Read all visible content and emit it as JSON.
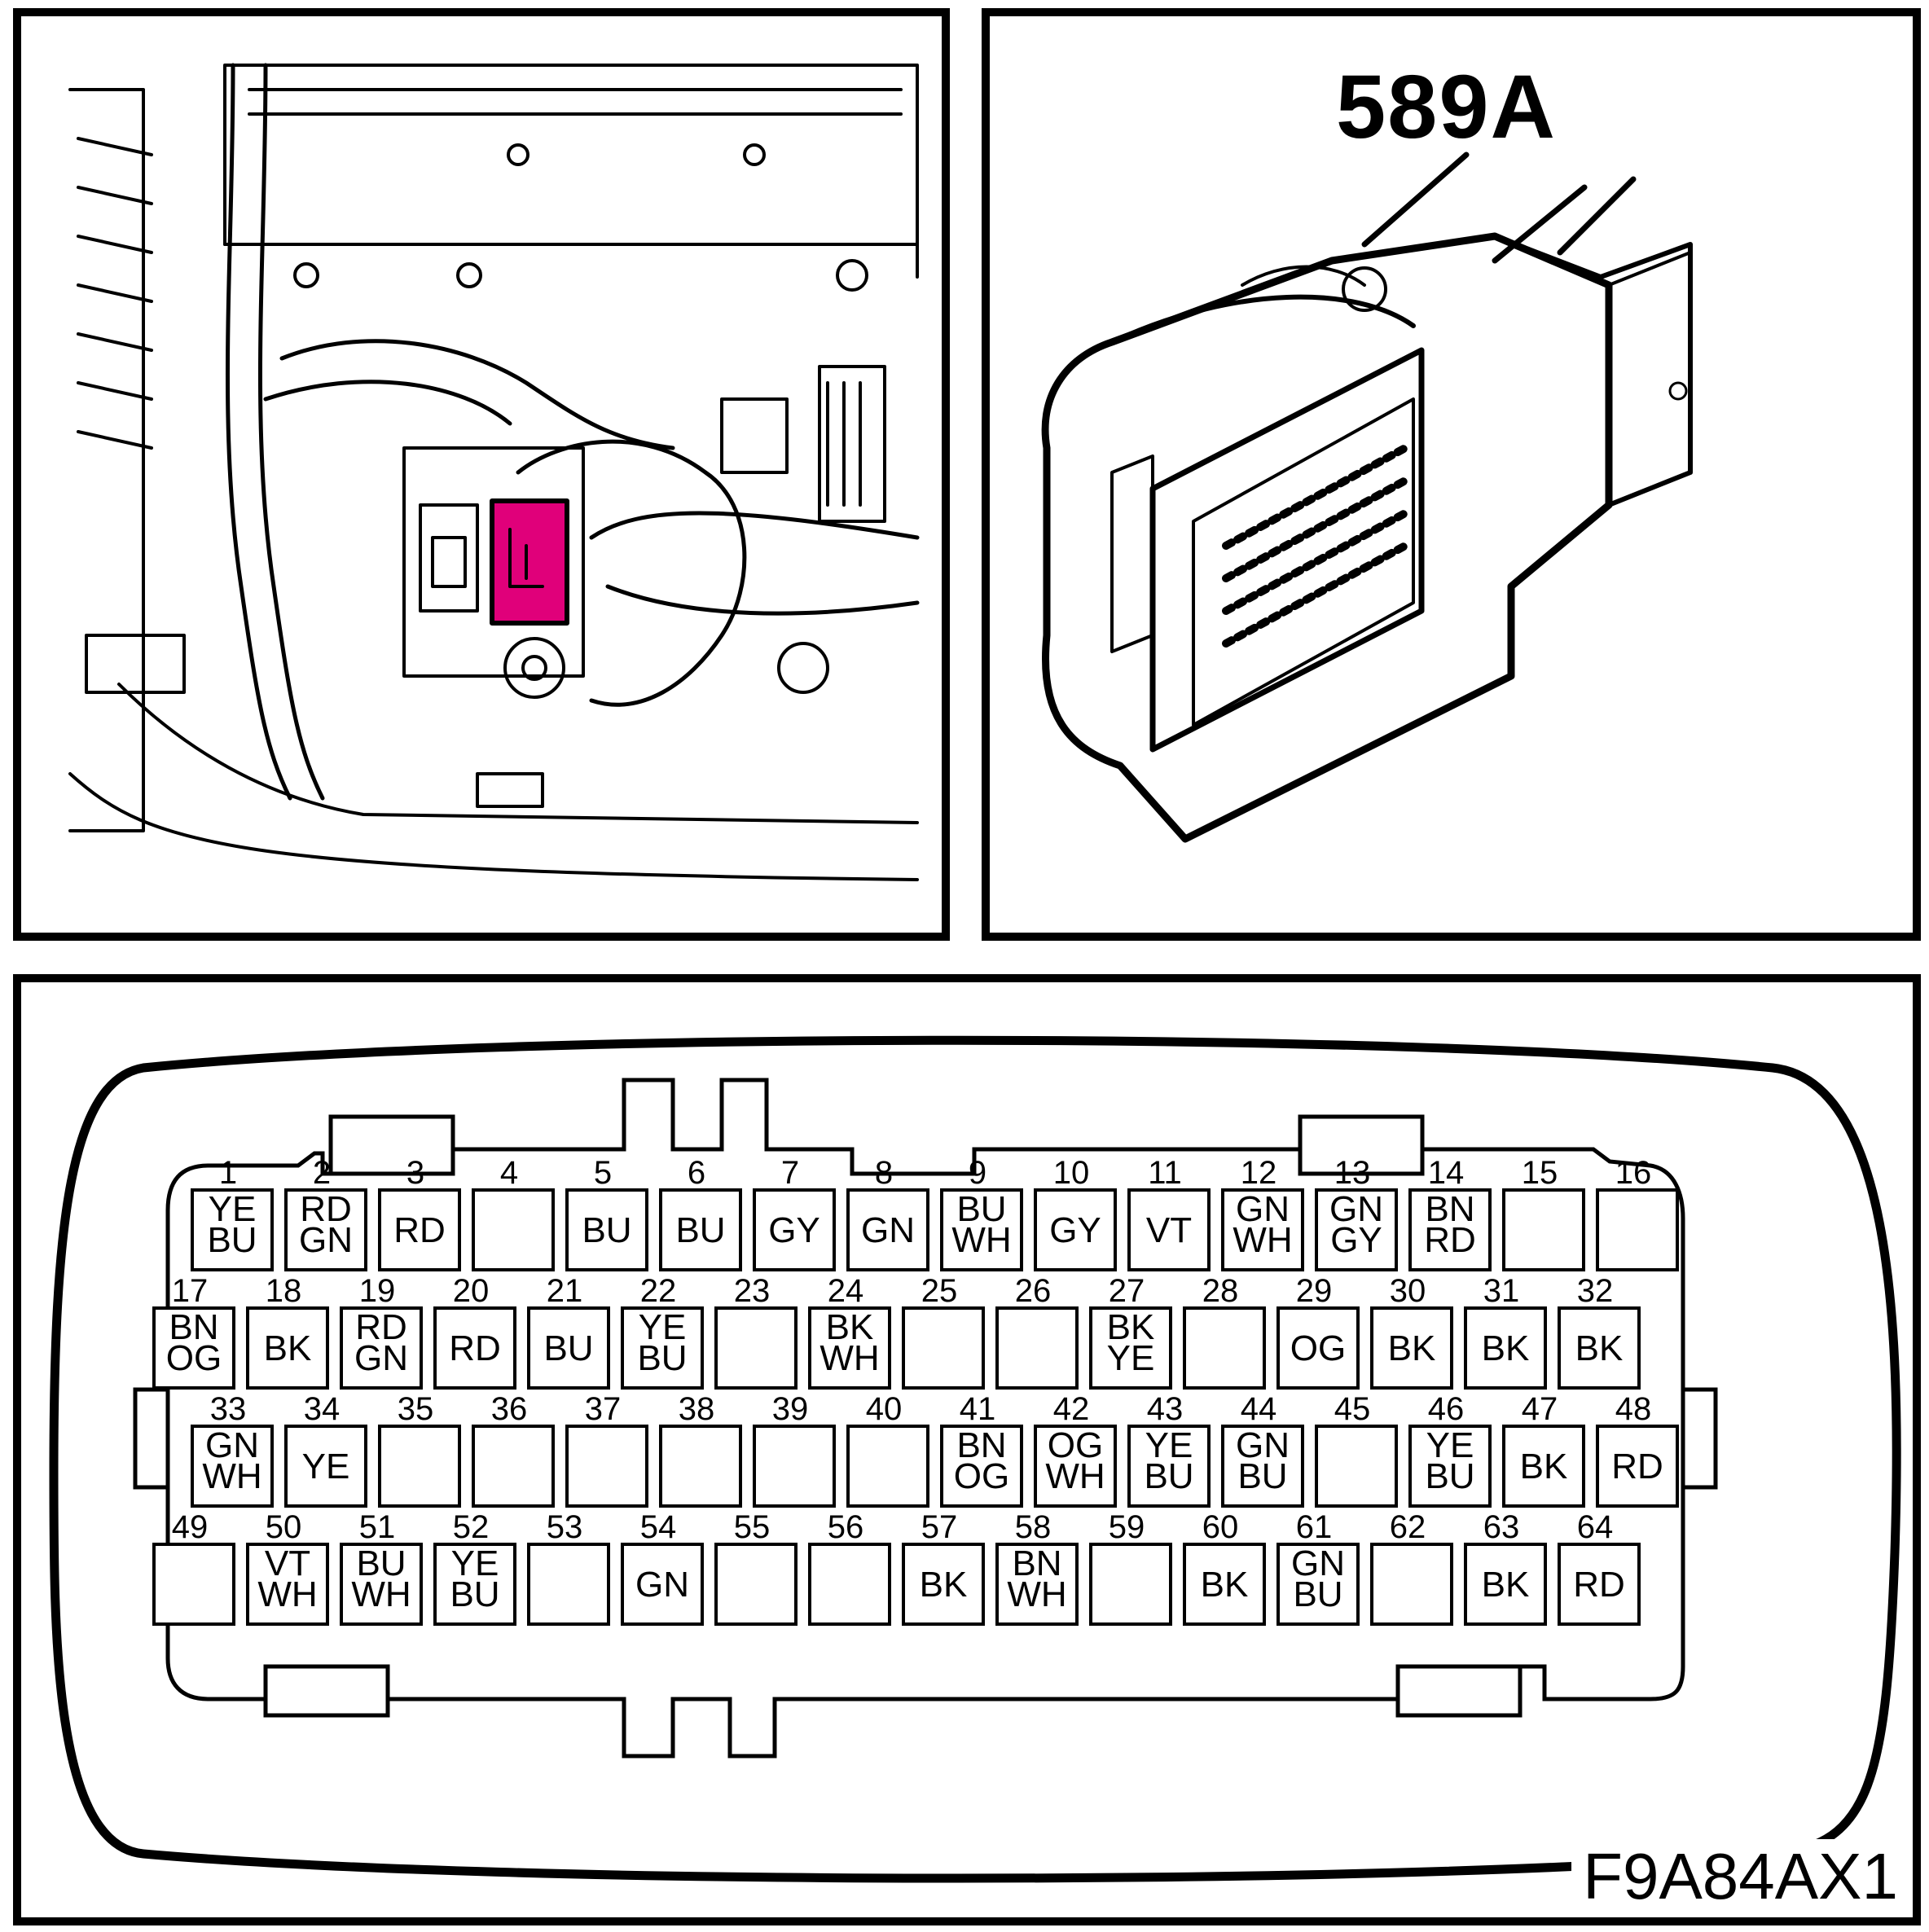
{
  "connector_id": "589A",
  "figure_code": "F9A84AX1",
  "highlight_color": "#e0007a",
  "pins": [
    {
      "n": "1",
      "c": [
        "YE",
        "BU"
      ]
    },
    {
      "n": "2",
      "c": [
        "RD",
        "GN"
      ]
    },
    {
      "n": "3",
      "c": [
        "RD"
      ]
    },
    {
      "n": "4",
      "c": []
    },
    {
      "n": "5",
      "c": [
        "BU"
      ]
    },
    {
      "n": "6",
      "c": [
        "BU"
      ]
    },
    {
      "n": "7",
      "c": [
        "GY"
      ]
    },
    {
      "n": "8",
      "c": [
        "GN"
      ]
    },
    {
      "n": "9",
      "c": [
        "BU",
        "WH"
      ]
    },
    {
      "n": "10",
      "c": [
        "GY"
      ]
    },
    {
      "n": "11",
      "c": [
        "VT"
      ]
    },
    {
      "n": "12",
      "c": [
        "GN",
        "WH"
      ]
    },
    {
      "n": "13",
      "c": [
        "GN",
        "GY"
      ]
    },
    {
      "n": "14",
      "c": [
        "BN",
        "RD"
      ]
    },
    {
      "n": "15",
      "c": []
    },
    {
      "n": "16",
      "c": []
    },
    {
      "n": "17",
      "c": [
        "BN",
        "OG"
      ]
    },
    {
      "n": "18",
      "c": [
        "BK"
      ]
    },
    {
      "n": "19",
      "c": [
        "RD",
        "GN"
      ]
    },
    {
      "n": "20",
      "c": [
        "RD"
      ]
    },
    {
      "n": "21",
      "c": [
        "BU"
      ]
    },
    {
      "n": "22",
      "c": [
        "YE",
        "BU"
      ]
    },
    {
      "n": "23",
      "c": []
    },
    {
      "n": "24",
      "c": [
        "BK",
        "WH"
      ]
    },
    {
      "n": "25",
      "c": []
    },
    {
      "n": "26",
      "c": []
    },
    {
      "n": "27",
      "c": [
        "BK",
        "YE"
      ]
    },
    {
      "n": "28",
      "c": []
    },
    {
      "n": "29",
      "c": [
        "OG"
      ]
    },
    {
      "n": "30",
      "c": [
        "BK"
      ]
    },
    {
      "n": "31",
      "c": [
        "BK"
      ]
    },
    {
      "n": "32",
      "c": [
        "BK"
      ]
    },
    {
      "n": "33",
      "c": [
        "GN",
        "WH"
      ]
    },
    {
      "n": "34",
      "c": [
        "YE"
      ]
    },
    {
      "n": "35",
      "c": []
    },
    {
      "n": "36",
      "c": []
    },
    {
      "n": "37",
      "c": []
    },
    {
      "n": "38",
      "c": []
    },
    {
      "n": "39",
      "c": []
    },
    {
      "n": "40",
      "c": []
    },
    {
      "n": "41",
      "c": [
        "BN",
        "OG"
      ]
    },
    {
      "n": "42",
      "c": [
        "OG",
        "WH"
      ]
    },
    {
      "n": "43",
      "c": [
        "YE",
        "BU"
      ]
    },
    {
      "n": "44",
      "c": [
        "GN",
        "BU"
      ]
    },
    {
      "n": "45",
      "c": []
    },
    {
      "n": "46",
      "c": [
        "YE",
        "BU"
      ]
    },
    {
      "n": "47",
      "c": [
        "BK"
      ]
    },
    {
      "n": "48",
      "c": [
        "RD"
      ]
    },
    {
      "n": "49",
      "c": []
    },
    {
      "n": "50",
      "c": [
        "VT",
        "WH"
      ]
    },
    {
      "n": "51",
      "c": [
        "BU",
        "WH"
      ]
    },
    {
      "n": "52",
      "c": [
        "YE",
        "BU"
      ]
    },
    {
      "n": "53",
      "c": []
    },
    {
      "n": "54",
      "c": [
        "GN"
      ]
    },
    {
      "n": "55",
      "c": []
    },
    {
      "n": "56",
      "c": []
    },
    {
      "n": "57",
      "c": [
        "BK"
      ]
    },
    {
      "n": "58",
      "c": [
        "BN",
        "WH"
      ]
    },
    {
      "n": "59",
      "c": []
    },
    {
      "n": "60",
      "c": [
        "BK"
      ]
    },
    {
      "n": "61",
      "c": [
        "GN",
        "BU"
      ]
    },
    {
      "n": "62",
      "c": []
    },
    {
      "n": "63",
      "c": [
        "BK"
      ]
    },
    {
      "n": "64",
      "c": [
        "RD"
      ]
    }
  ]
}
